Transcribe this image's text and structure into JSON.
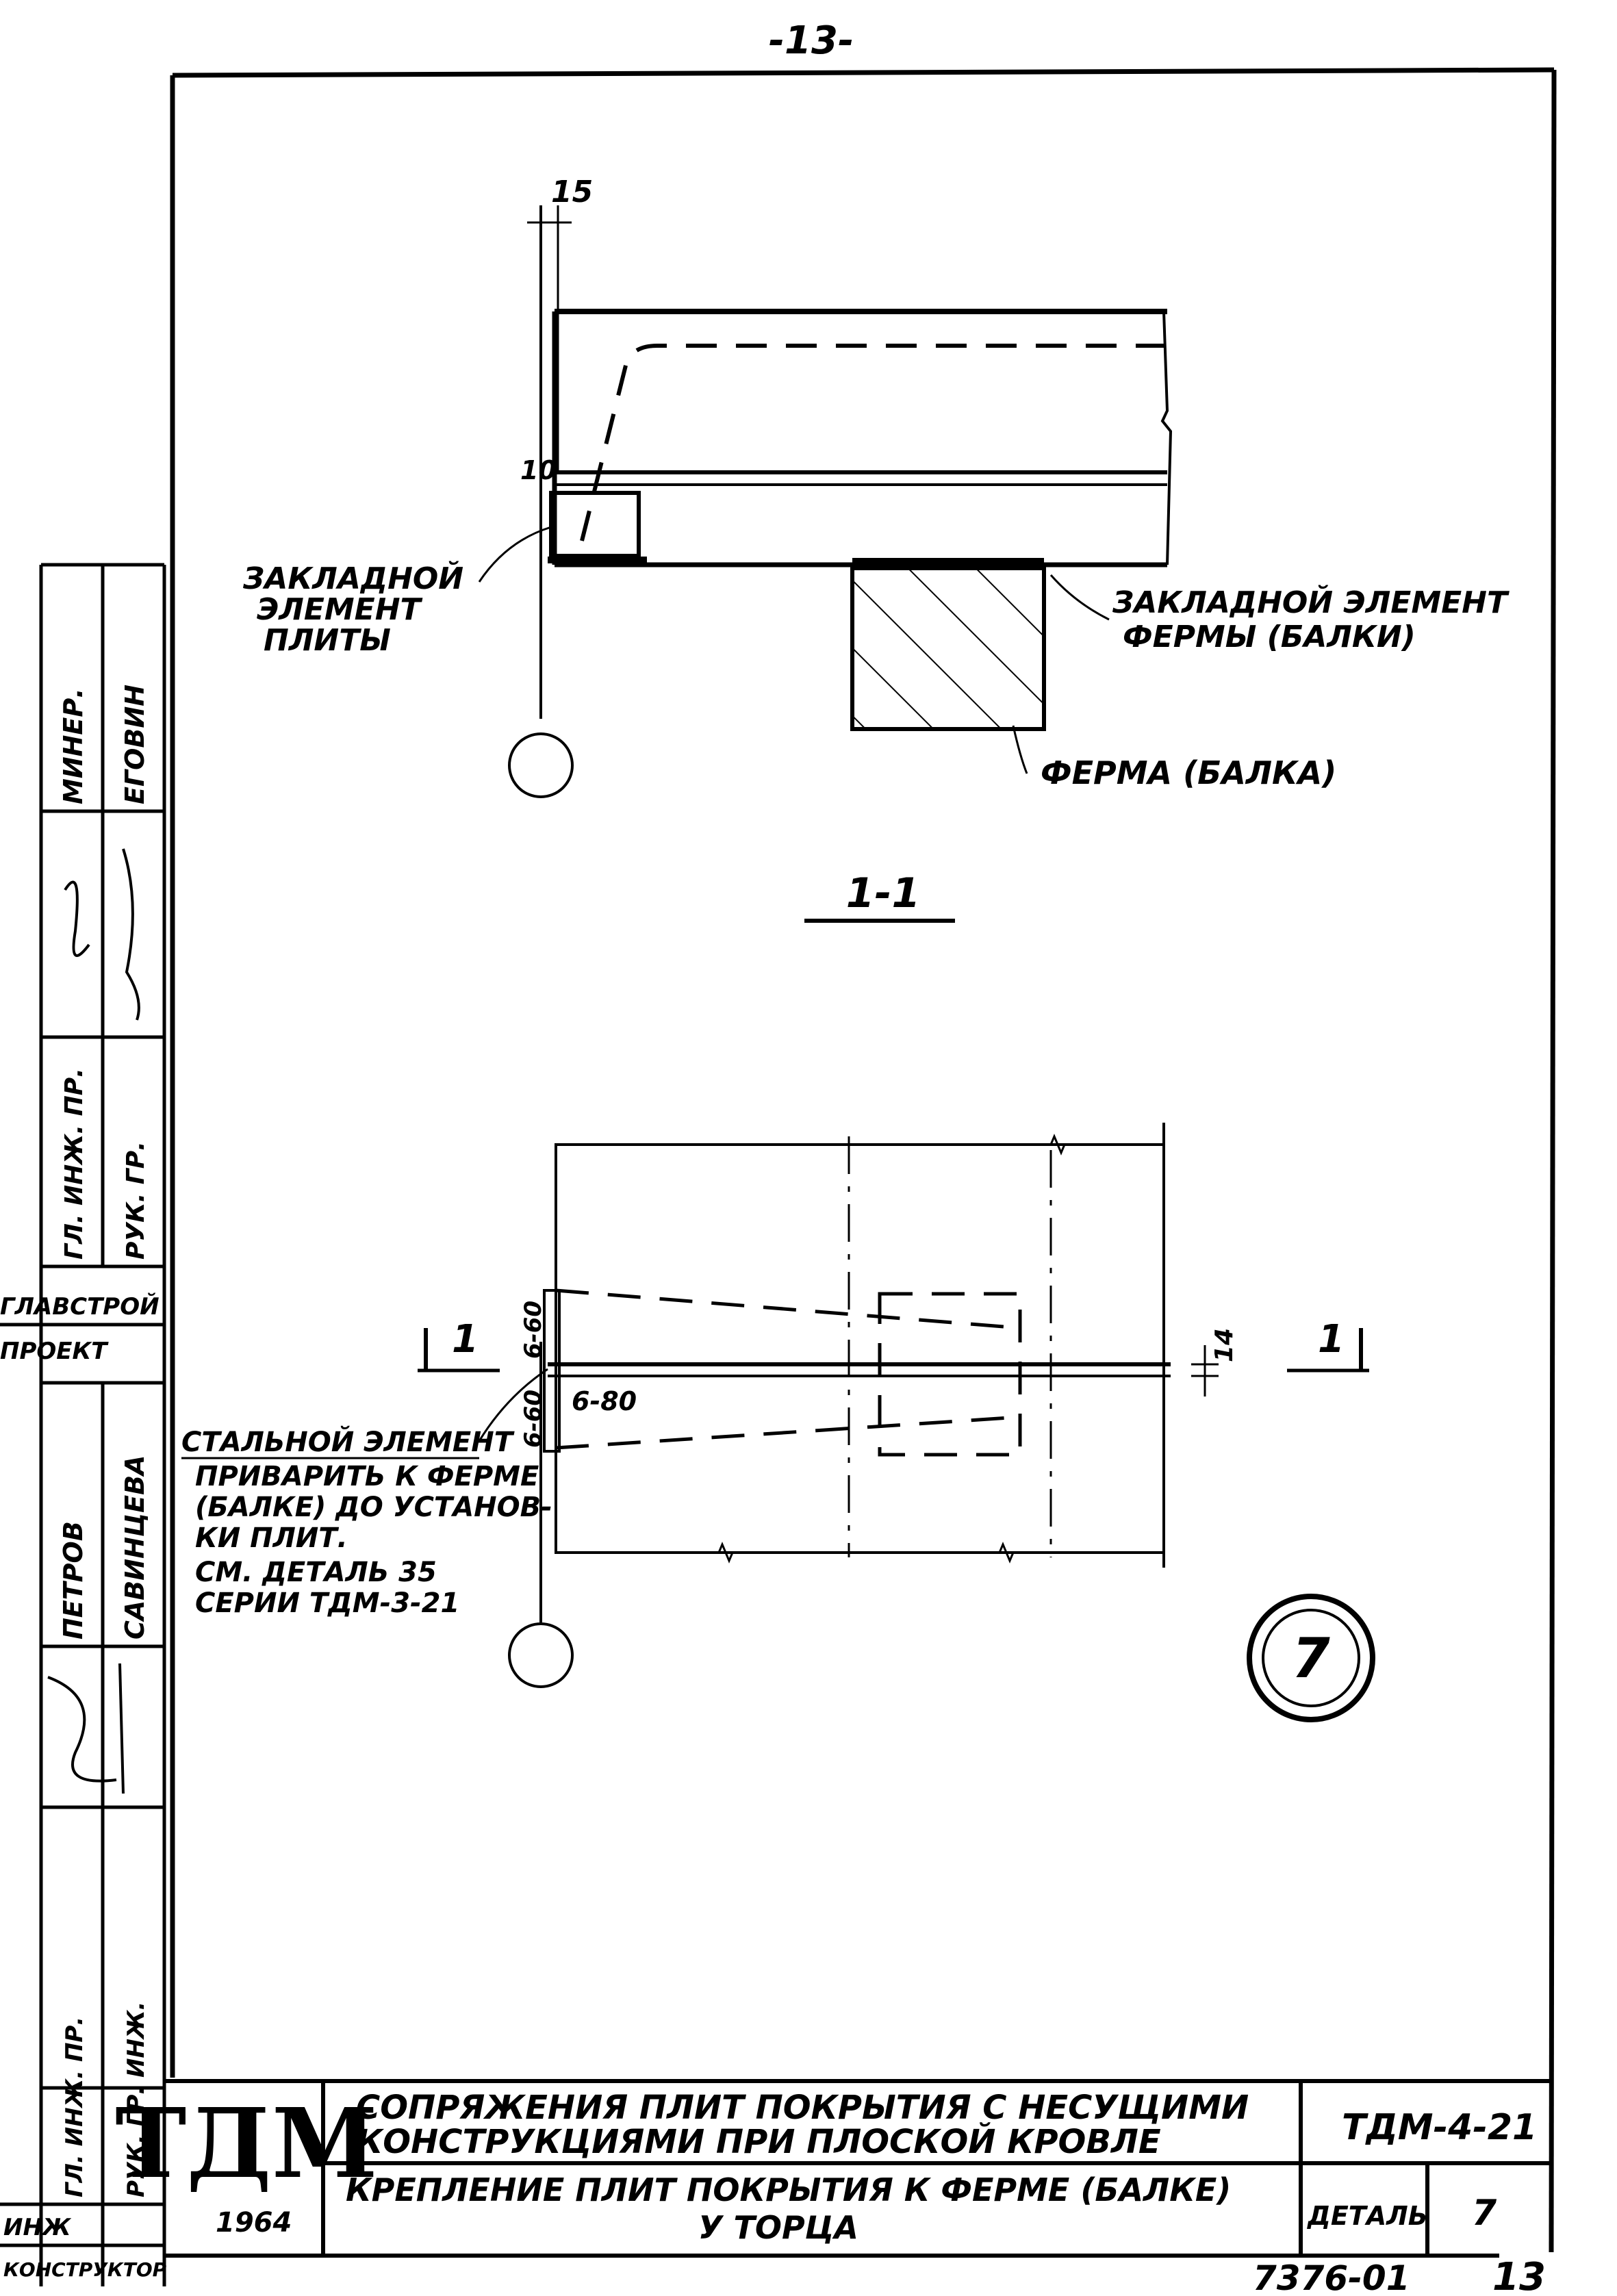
{
  "page_number": "-13-",
  "sheet_code": "7376-01",
  "sheet_page": "13",
  "section_mark": "1-1",
  "section_arrow_left": "1",
  "section_arrow_right": "1",
  "detail_circle_number": "7",
  "dims": {
    "top_15": "15",
    "top_10": "10",
    "plan_14": "14",
    "weld_1": "6-60",
    "weld_2": "6-80",
    "weld_3": "6-60"
  },
  "callouts": {
    "slab_embed": [
      "ЗАКЛАДНОЙ",
      "ЭЛЕМЕНТ",
      "ПЛИТЫ"
    ],
    "truss_embed": [
      "ЗАКЛАДНОЙ ЭЛЕМЕНТ",
      "ФЕРМЫ (БАЛКИ)"
    ],
    "truss": "ФЕРМА (БАЛКА)",
    "steel_element": [
      "СТАЛЬНОЙ ЭЛЕМЕНТ",
      "ПРИВАРИТЬ К ФЕРМЕ",
      "(БАЛКЕ) ДО УСТАНОВ-",
      "КИ ПЛИТ.",
      "СМ. ДЕТАЛЬ 35",
      "СЕРИИ ТДМ-3-21"
    ]
  },
  "side_stamp": {
    "cells": [
      "МИНЕР.",
      "ЕГОВИН",
      "ГЛ. ИНЖ. ПР.",
      "РУК. ГР.",
      "ГЛАВСТРОЙ",
      "ПРОЕКТ",
      "ПЕТРОВ",
      "САВИНЦЕВА",
      "ГЛ. ИНЖ. ПР.",
      "РУК. ГР. ИНЖ.",
      "ИНЖ",
      "КОНСТРУКТОР"
    ]
  },
  "title_block": {
    "logo": "ТДМ",
    "year": "1964",
    "title_line1": "СОПРЯЖЕНИЯ ПЛИТ ПОКРЫТИЯ С НЕСУЩИМИ",
    "title_line2": "КОНСТРУКЦИЯМИ ПРИ ПЛОСКОЙ КРОВЛЕ",
    "subtitle_line1": "КРЕПЛЕНИЕ ПЛИТ ПОКРЫТИЯ К ФЕРМЕ (БАЛКЕ)",
    "subtitle_line2": "У ТОРЦА",
    "series": "ТДМ-4-21",
    "detail_label": "ДЕТАЛЬ",
    "detail_number": "7"
  }
}
